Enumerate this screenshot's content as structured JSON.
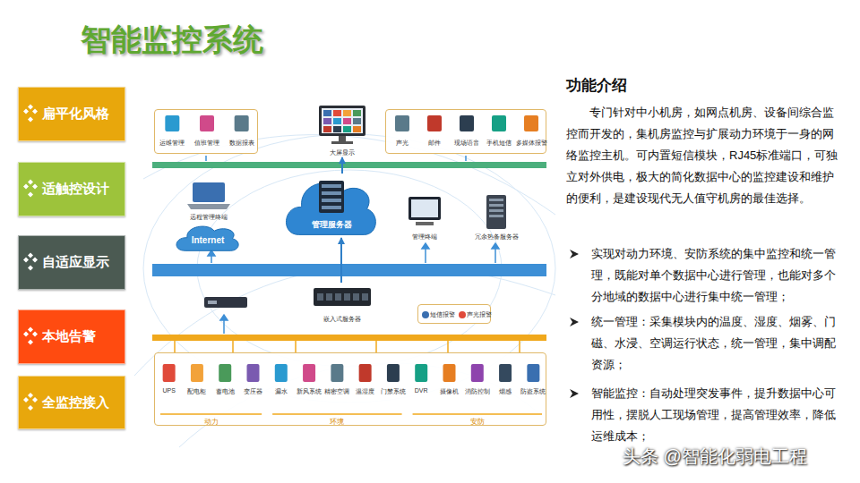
{
  "diagram": {
    "title": "智能监控系统",
    "nodes": [
      {
        "text": [
          "扁平化风格"
        ]
      },
      {
        "text": [
          "适触控设计"
        ]
      },
      {
        "text": [
          "自适应显示"
        ]
      },
      {
        "text": [
          "本地告警"
        ]
      },
      {
        "text": [
          "全监控接入"
        ]
      },
      {
        "text": [
          "运维管理",
          "值班管理",
          "数据报表"
        ]
      },
      {
        "text": [
          "大屏显示"
        ]
      },
      {
        "text": [
          "声光",
          "邮件",
          "现场语音",
          "手机短信",
          "多媒体报警"
        ]
      },
      {
        "text": [
          "远程管理终端"
        ]
      },
      {
        "text": [
          "Internet"
        ]
      },
      {
        "text": [
          "管理服务器"
        ]
      },
      {
        "text": [
          "管理终端"
        ]
      },
      {
        "text": [
          "冗余热备服务器"
        ]
      },
      {
        "text": [
          "嵌入式服务器"
        ]
      },
      {
        "text": [
          "短信报警",
          "声光报警"
        ]
      },
      {
        "text": [
          "UPS",
          "配电柜",
          "蓄电池",
          "变压器",
          "漏水",
          "新风系统",
          "精密空调",
          "温湿度",
          "门禁系统",
          "DVR",
          "摄像机",
          "消防控制",
          "烟感",
          "防盗系统",
          "动力",
          "环境",
          "安防"
        ]
      }
    ],
    "edges": [
      {
        "from": 13,
        "to": 10,
        "arrow": "to"
      },
      {
        "from": 10,
        "to": 6,
        "arrow": "to"
      }
    ],
    "labels": [
      "功能介绍",
      "专门针对中小机房，如网点机房、设备间综合监控而开发的，集机房监控与扩展动力环境于一身的网络监控主机。可内置短信模块，RJ45标准端口，可独立对外供电，极大的简化数据中心的监控建设和维护的便利，是建设现代无人值守机房的最佳选择。",
      "实现对动力环境、安防系统的集中监控和统一管理，既能对单个数据中心进行管理，也能对多个分地域的数据中心进行集中统一管理；",
      "统一管理：采集模块内的温度、湿度、烟雾、门磁、水浸、空调运行状态，统一管理，集中调配资源；",
      "智能监控：自动处理突发事件，提升数据中心可用性，摆脱人工现场管理，提高管理效率，降低运维成本；",
      "头条 @智能化弱电工程"
    ]
  }
}
